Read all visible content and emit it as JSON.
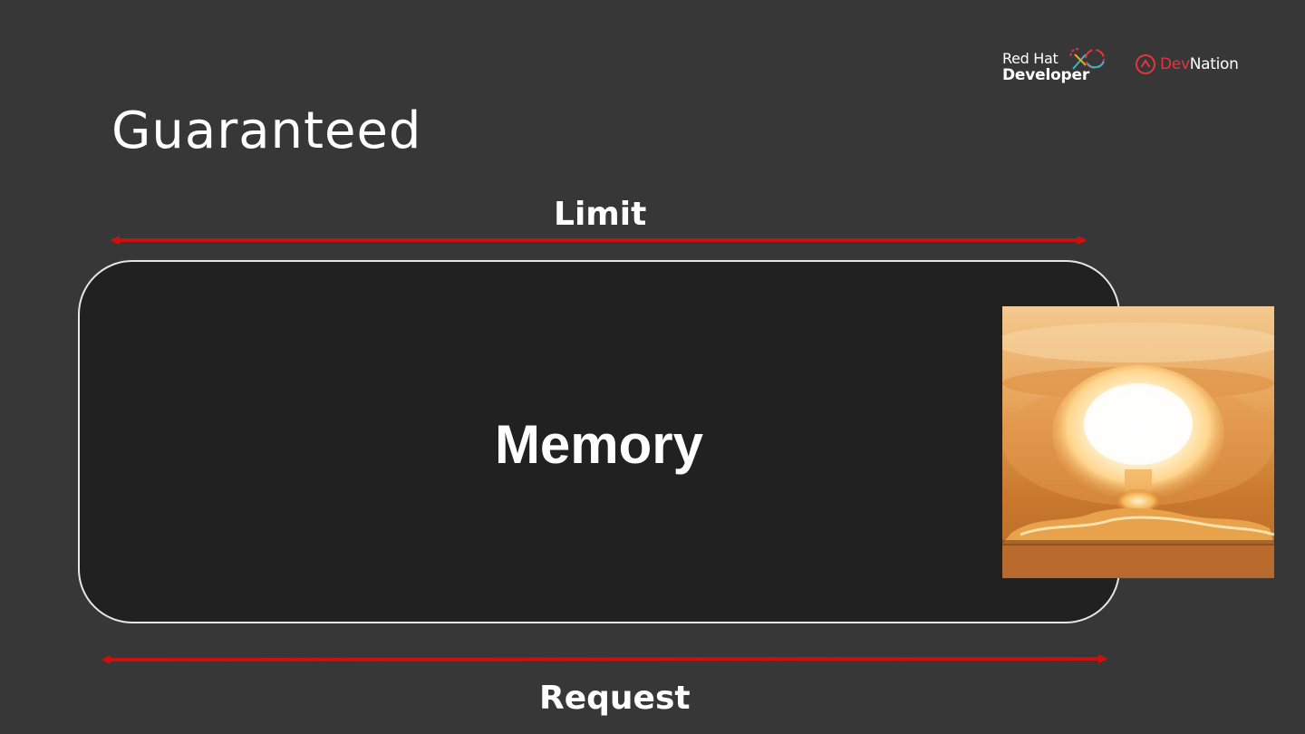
{
  "slide": {
    "title": "Guaranteed"
  },
  "logos": {
    "redhat_line1": "Red Hat",
    "redhat_line2": "Developer",
    "devnation_dev": "Dev",
    "devnation_nation": "Nation"
  },
  "diagram": {
    "limit_label": "Limit",
    "request_label": "Request",
    "memory_label": "Memory",
    "arrow_color": "#d10e0e",
    "box_fill": "#212121",
    "box_border": "#e6e6e6",
    "background": "#373737"
  },
  "image": {
    "name": "nuclear-explosion-image"
  }
}
